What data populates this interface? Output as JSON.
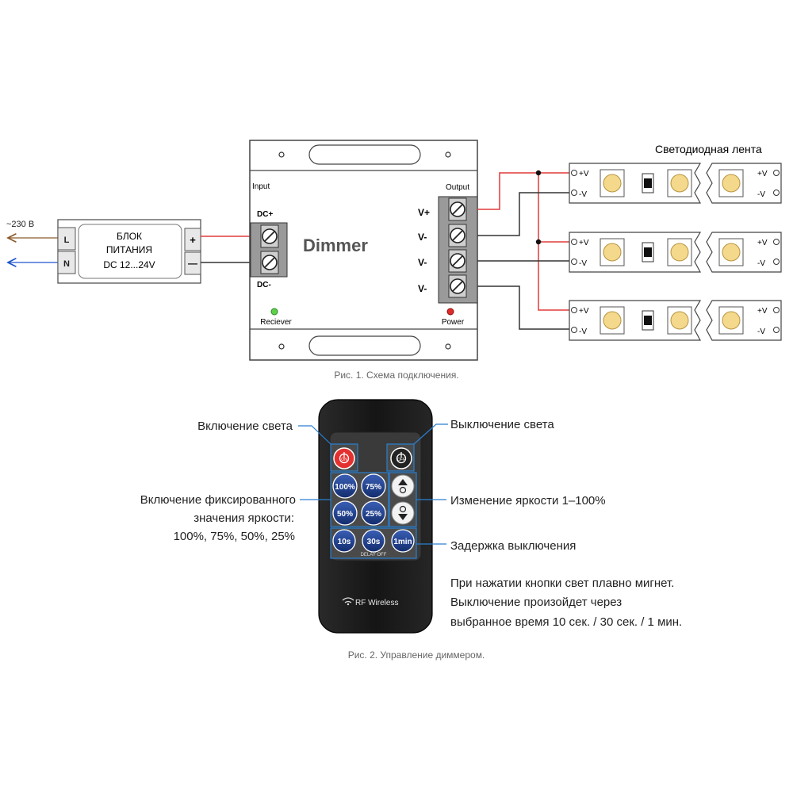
{
  "wiring": {
    "mains_label": "~230 В",
    "psu": {
      "terminal_l": "L",
      "terminal_n": "N",
      "title_line1": "БЛОК",
      "title_line2": "ПИТАНИЯ",
      "title_line3": "DC 12...24V",
      "plus": "+",
      "minus": "—"
    },
    "dimmer": {
      "title": "Dimmer",
      "input_label": "Input",
      "output_label": "Output",
      "dc_plus": "DC+",
      "dc_minus": "DC-",
      "out_v_plus": "V+",
      "out_v_minus_1": "V-",
      "out_v_minus_2": "V-",
      "out_v_minus_3": "V-",
      "receiver_label": "Reciever",
      "power_label": "Power"
    },
    "strip_title": "Светодиодная лента",
    "strip_plus": "+V",
    "strip_minus": "-V",
    "caption": "Рис. 1. Схема подключения."
  },
  "remote": {
    "btn_on": "ON",
    "btn_off": "OFF",
    "btn_100": "100%",
    "btn_75": "75%",
    "btn_50": "50%",
    "btn_25": "25%",
    "btn_10s": "10s",
    "btn_30s": "30s",
    "btn_1min": "1min",
    "delay_label": "DELAY OFF",
    "rf_label": "RF Wireless",
    "label_on": "Включение света",
    "label_off": "Выключение света",
    "label_fixed_1": "Включение фиксированного",
    "label_fixed_2": "значения яркости:",
    "label_fixed_3": "100%, 75%, 50%, 25%",
    "label_brightness": "Изменение яркости 1–100%",
    "label_delay": "Задержка выключения",
    "note_1": "При нажатии кнопки свет плавно мигнет.",
    "note_2": "Выключение произойдет через",
    "note_3": "выбранное время 10 сек. / 30 сек. / 1 мин.",
    "caption": "Рис. 2. Управление диммером."
  },
  "colors": {
    "positive_wire": "#e23a3a",
    "negative_wire": "#333333",
    "mains_l": "#8a5a2b",
    "mains_n": "#2255cc",
    "led_yellow": "#f4d98c",
    "remote_body": "#1c1c1c",
    "button_blue": "#1f3f8f",
    "on_red": "#e53030",
    "callout_blue": "#2a7fd0"
  }
}
